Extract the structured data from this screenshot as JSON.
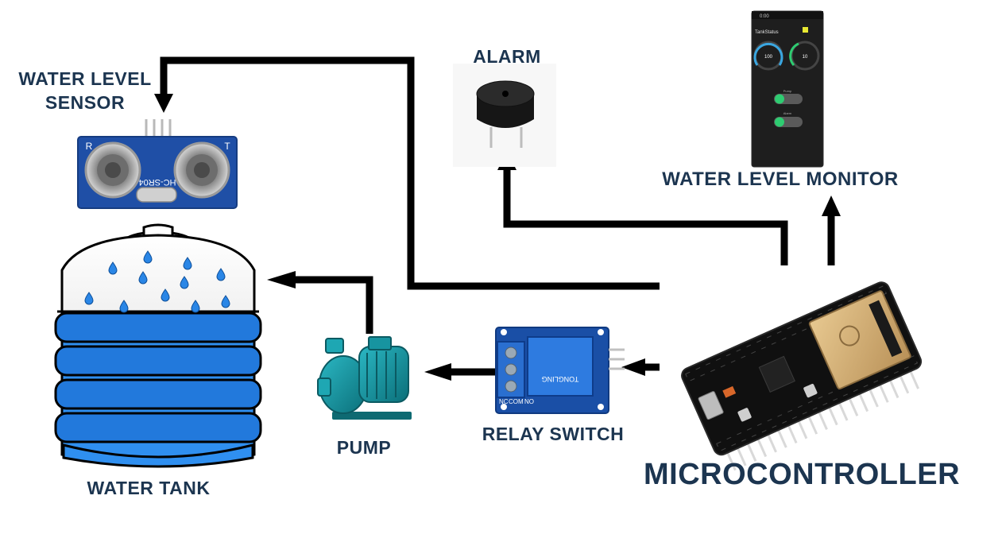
{
  "labels": {
    "sensor_line1": "WATER LEVEL",
    "sensor_line2": "SENSOR",
    "alarm": "ALARM",
    "monitor": "WATER LEVEL MONITOR",
    "pump": "PUMP",
    "relay": "RELAY SWITCH",
    "tank": "WATER TANK",
    "mcu": "MICROCONTROLLER"
  },
  "sensor_board": {
    "model": "HC-SR04",
    "left_mark": "R",
    "right_mark": "T"
  },
  "relay_board": {
    "text": "TONGLING",
    "pins": [
      "NC",
      "COM",
      "NO"
    ]
  },
  "phone": {
    "time": "0:00",
    "title": "TankStatus",
    "gauge_left_value": "100",
    "gauge_right_value": "10",
    "toggle_labels": [
      "Pump",
      "Alarm"
    ]
  },
  "colors": {
    "arrow": "#000000",
    "label": "#1c3550",
    "water": "#2f8ff0",
    "tank_bands": "#2279dc",
    "drop": "#2a86e6",
    "board_blue": "#1f4fa6",
    "pump": "#159aa7",
    "relay_blue": "#2a6fd0",
    "mcu": "#101010",
    "toggle": "#2ecc71",
    "gauge": "#3aa6e0"
  },
  "icons": [
    "water-drop-icon",
    "arrow-head-icon"
  ]
}
